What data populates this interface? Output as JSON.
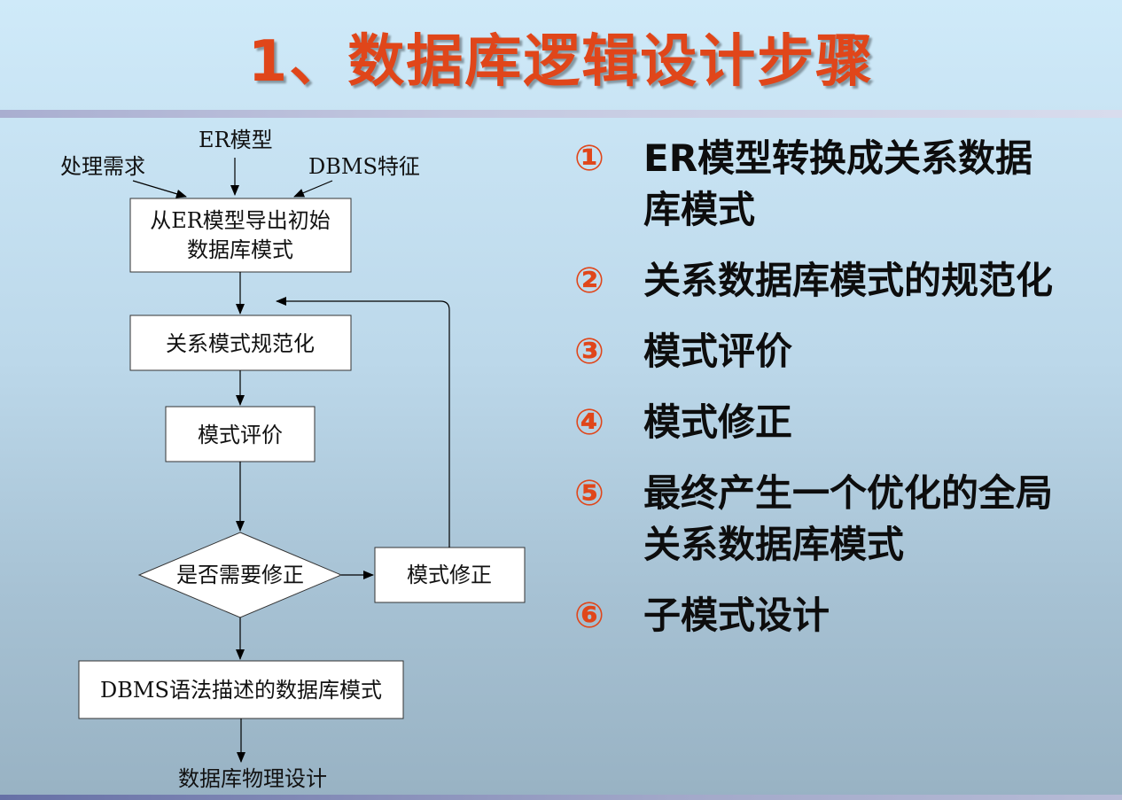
{
  "title": "1、数据库逻辑设计步骤",
  "flow": {
    "inputs": [
      "处理需求",
      "ER模型",
      "DBMS特征"
    ],
    "box1_lines": [
      "从ER模型导出初始",
      "数据库模式"
    ],
    "box2": "关系模式规范化",
    "box3": "模式评价",
    "decision": "是否需要修正",
    "box_fix": "模式修正",
    "box_final": "DBMS语法描述的数据库模式",
    "output": "数据库物理设计"
  },
  "steps": [
    {
      "num": "①",
      "text": "ER模型转换成关系数据库模式"
    },
    {
      "num": "②",
      "text": "关系数据库模式的规范化"
    },
    {
      "num": "③",
      "text": "模式评价"
    },
    {
      "num": "④",
      "text": "模式修正"
    },
    {
      "num": "⑤",
      "text": "最终产生一个优化的全局关系数据库模式"
    },
    {
      "num": "⑥",
      "text": "子模式设计"
    }
  ],
  "colors": {
    "accent": "#e0461a",
    "text": "#0d0d0d"
  }
}
